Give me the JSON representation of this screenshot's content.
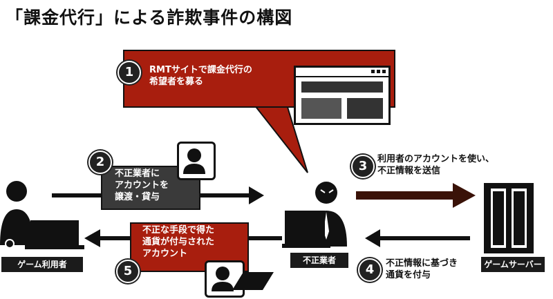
{
  "title": "「課金代行」による詐欺事件の構図",
  "steps": [
    {
      "num": "1",
      "text_line1": "RMTサイトで課金代行の",
      "text_line2": "希望者を募る"
    },
    {
      "num": "2",
      "text_line1": "不正業者に",
      "text_line2": "アカウントを",
      "text_line3": "譲渡・貸与"
    },
    {
      "num": "3",
      "text_line1": "利用者のアカウントを使い、",
      "text_line2": "不正情報を送信"
    },
    {
      "num": "4",
      "text_line1": "不正情報に基づき",
      "text_line2": "通貨を付与"
    },
    {
      "num": "5",
      "text_line1": "不正な手段で得た",
      "text_line2": "通貨が付与された",
      "text_line3": "アカウント"
    }
  ],
  "actors": {
    "game_user": "ゲーム利用者",
    "fraud_dealer": "不正業者",
    "game_server": "ゲームサーバー"
  },
  "colors": {
    "accent_red": "#a81e0e",
    "dark": "#1b1b1b"
  }
}
